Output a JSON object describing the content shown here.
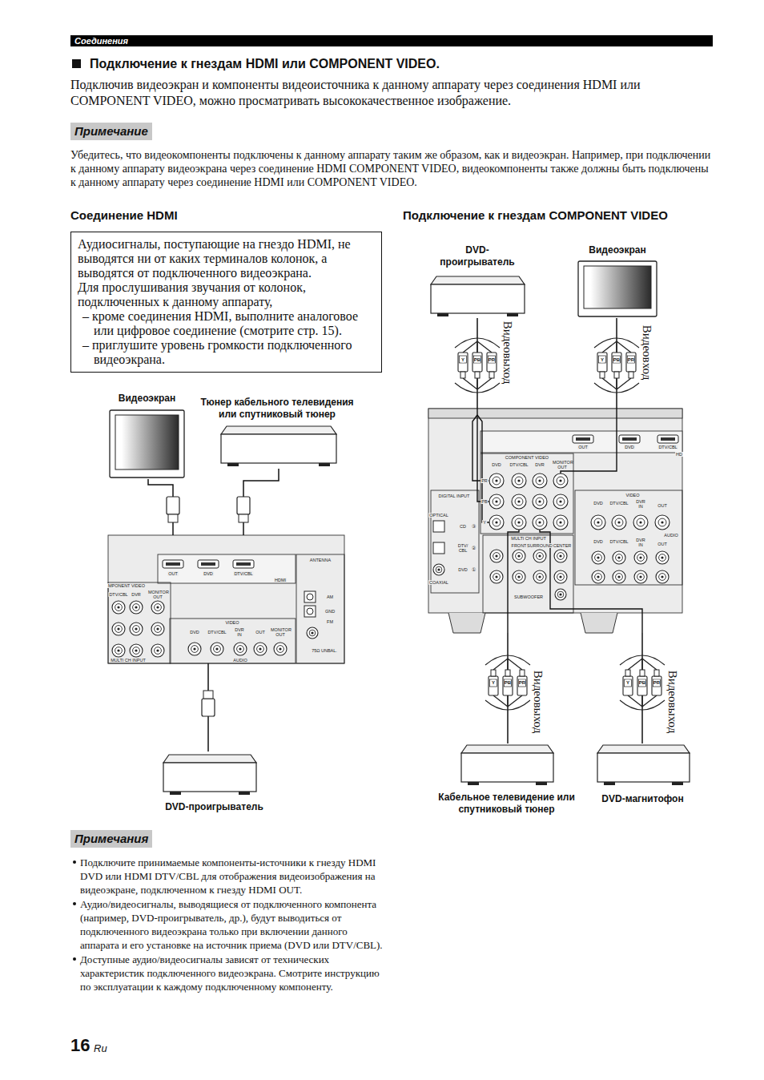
{
  "diagram": {
    "title": "Подключение к гнездам HDMI или COMPONENT VIDEO.",
    "nodes": [
      {
        "text": [
          "Аудиосигналы, поступающие на гнездо HDMI, не выводятся ни от каких терминалов колонок, а выводятся от подключенного видеоэкрана.",
          "Для прослушивания звучания от колонок, подключенных к данному аппарату,",
          "– кроме соединения HDMI, выполните аналоговое или цифровое соединение (смотрите стр. 15).",
          "– приглушите уровень громкости подключенного видеоэкрана."
        ]
      },
      {
        "text": [
          "Видеоэкран"
        ]
      },
      {
        "text": [
          "Тюнер кабельного телевидения или спутниковый тюнер"
        ]
      },
      {
        "text": [
          "OUT",
          "DVD",
          "DTV/CBL",
          "HDMI",
          "ANTENNA",
          "MPONENT VIDEO",
          "DTV/CBL",
          "DVR",
          "MONITOR OUT",
          "VIDEO",
          "DVD",
          "DTV/CBL",
          "DVR IN",
          "OUT",
          "MONITOR OUT",
          "AM",
          "GND",
          "FM",
          "75Ω UNBAL.",
          "MULTI CH INPUT",
          "AUDIO"
        ]
      },
      {
        "text": [
          "DVD-проигрыватель"
        ]
      },
      {
        "text": [
          "DVD- проигрыватель"
        ]
      },
      {
        "text": [
          "Видеоэкран"
        ]
      },
      {
        "text": [
          "OUT",
          "DVD",
          "DTV/CBL",
          "HD",
          "COMPONENT VIDEO",
          "DVD",
          "DTV/CBL",
          "DVR",
          "MONITOR OUT",
          "PR",
          "PB",
          "Y",
          "DIGITAL INPUT",
          "OPTICAL",
          "CD",
          "③",
          "DTV/ CBL",
          "②",
          "DVD",
          "①",
          "COAXIAL",
          "MULTI CH INPUT",
          "FRONT",
          "SURROUND",
          "CENTER",
          "SUBWOOFER",
          "VIDEO",
          "DVD",
          "DTV/CBL",
          "DVR IN",
          "OUT",
          "AUDIO",
          "DVD",
          "DTV/CBL",
          "DVR IN",
          "OUT"
        ]
      },
      {
        "text": [
          "Кабельное телевидение или спутниковый тюнер"
        ]
      },
      {
        "text": [
          "DVD-магнитофон"
        ]
      }
    ],
    "edges": [
      {
        "from": 3,
        "to": 1,
        "arrow": "none"
      },
      {
        "from": 2,
        "to": 3,
        "arrow": "none"
      },
      {
        "from": 4,
        "to": 3,
        "arrow": "none"
      },
      {
        "from": 5,
        "to": 7,
        "arrow": "none",
        "label": "Видеовыход"
      },
      {
        "from": 7,
        "to": 6,
        "arrow": "none",
        "label": "Видеовход"
      },
      {
        "from": 8,
        "to": 7,
        "arrow": "none",
        "label": "Видеовыход"
      },
      {
        "from": 9,
        "to": 7,
        "arrow": "none",
        "label": "Видеовыход"
      }
    ],
    "labels": [
      "Соединения",
      "Подключив видеоэкран и компоненты видеоисточника к данному аппарату через соединения HDMI или COMPONENT VIDEO, можно просматривать высококачественное изображение.",
      "Примечание",
      "Убедитесь, что видеокомпоненты подключены к данному аппарату таким же образом, как и видеоэкран. Например, при подключении к данному аппарату видеоэкрана через соединение HDMI COMPONENT VIDEO, видеокомпоненты также должны быть подключены к данному аппарату через соединение HDMI или COMPONENT VIDEO.",
      "Соединение HDMI",
      "Подключение к гнездам COMPONENT VIDEO",
      "Y",
      "PB",
      "PR",
      "Y",
      "PB",
      "PR",
      "Y",
      "PB",
      "PR",
      "Y",
      "PB",
      "PR",
      "Примечания",
      "Подключите принимаемые компоненты-источники к гнезду HDMI DVD или HDMI DTV/CBL для отображения видеоизображения на видеоэкране, подключенном к гнезду HDMI OUT.",
      "Аудио/видеосигналы, выводящиеся от подключенного компонента (например, DVD-проигрыватель, др.), будут выводиться от подключенного видеоэкрана только при включении данного аппарата и его установке на источник приема (DVD или DTV/CBL).",
      "Доступные аудио/видеосигналы зависят от технических характеристик подключенного видеоэкрана. Смотрите инструкцию по эксплуатации к каждому подключенному компоненту.",
      "16",
      "Ru"
    ]
  }
}
